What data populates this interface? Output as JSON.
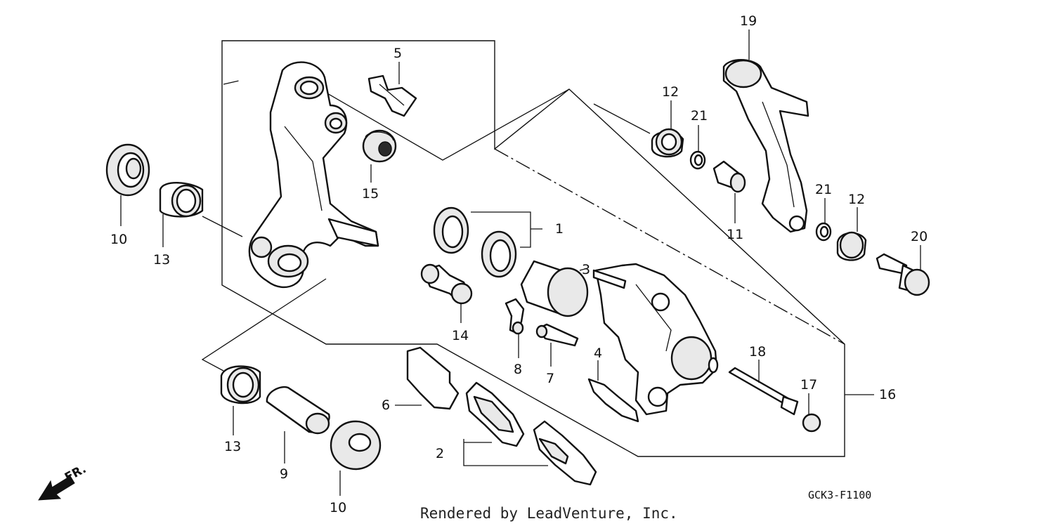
{
  "diagram_code": "GCK3-F1100",
  "credit": "Rendered by LeadVenture, Inc.",
  "direction_marker": "FR.",
  "callouts": {
    "c1": "1",
    "c2": "2",
    "c3": "3",
    "c4": "4",
    "c5": "5",
    "c6": "6",
    "c7": "7",
    "c8": "8",
    "c9": "9",
    "c10a": "10",
    "c10b": "10",
    "c11": "11",
    "c12a": "12",
    "c12b": "12",
    "c13a": "13",
    "c13b": "13",
    "c14": "14",
    "c15": "15",
    "c16": "16",
    "c17": "17",
    "c18": "18",
    "c19": "19",
    "c20": "20",
    "c21a": "21",
    "c21b": "21"
  }
}
